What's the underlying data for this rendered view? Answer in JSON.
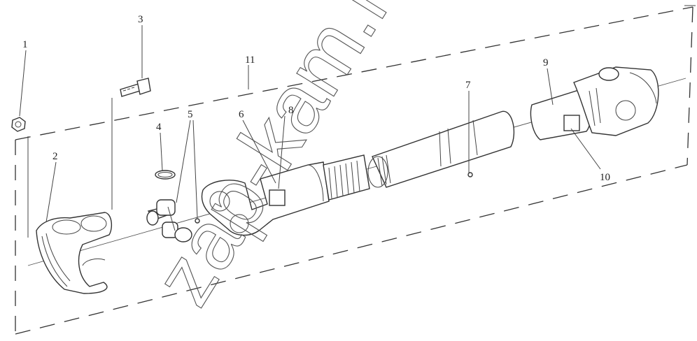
{
  "diagram": {
    "callouts": [
      "1",
      "2",
      "3",
      "4",
      "5",
      "6",
      "7",
      "8",
      "9",
      "10",
      "11"
    ],
    "watermark": "zap-kam.ru"
  }
}
